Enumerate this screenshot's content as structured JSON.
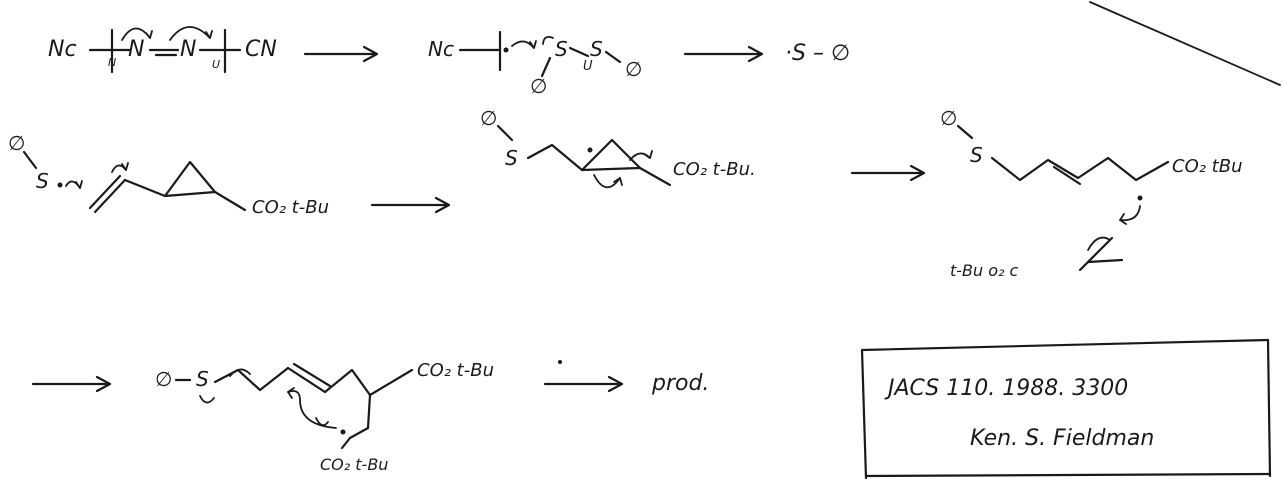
{
  "step1": {
    "left_nc": "Nc",
    "right_cn": "CN",
    "n1": "N",
    "n2": "N",
    "radical_sulfur_product": "·S – ∅",
    "ph": "∅",
    "s": "S",
    "nc2": "Nc"
  },
  "step2": {
    "ph": "∅",
    "s": "S",
    "ester": "CO₂ t-Bu",
    "ester2": "CO₂ t-Bu.",
    "ester3": "CO₂ tBu",
    "acrylate": "t-Bu o₂ c"
  },
  "step3": {
    "ph": "∅",
    "s": "S",
    "ester_top": "CO₂ t-Bu",
    "ester_bottom": "CO₂ t-Bu",
    "prod": "prod."
  },
  "reference": {
    "line1": "JACS 110. 1988. 3300",
    "line2": "Ken. S. Fieldman"
  }
}
